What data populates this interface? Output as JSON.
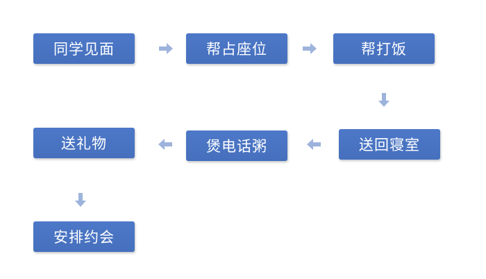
{
  "diagram": {
    "nodes": [
      {
        "id": "n1",
        "label": "同学见面"
      },
      {
        "id": "n2",
        "label": "帮占座位"
      },
      {
        "id": "n3",
        "label": "帮打饭"
      },
      {
        "id": "n4",
        "label": "送回寝室"
      },
      {
        "id": "n5",
        "label": "煲电话粥"
      },
      {
        "id": "n6",
        "label": "送礼物"
      },
      {
        "id": "n7",
        "label": "安排约会"
      }
    ],
    "edges": [
      {
        "from": "n1",
        "to": "n2",
        "direction": "right"
      },
      {
        "from": "n2",
        "to": "n3",
        "direction": "right"
      },
      {
        "from": "n3",
        "to": "n4",
        "direction": "down"
      },
      {
        "from": "n4",
        "to": "n5",
        "direction": "left"
      },
      {
        "from": "n5",
        "to": "n6",
        "direction": "left"
      },
      {
        "from": "n6",
        "to": "n7",
        "direction": "down"
      }
    ],
    "colors": {
      "node_fill": "#4a74c4",
      "node_text": "#ffffff",
      "arrow": "#9db3dc",
      "background": "#ffffff"
    }
  }
}
